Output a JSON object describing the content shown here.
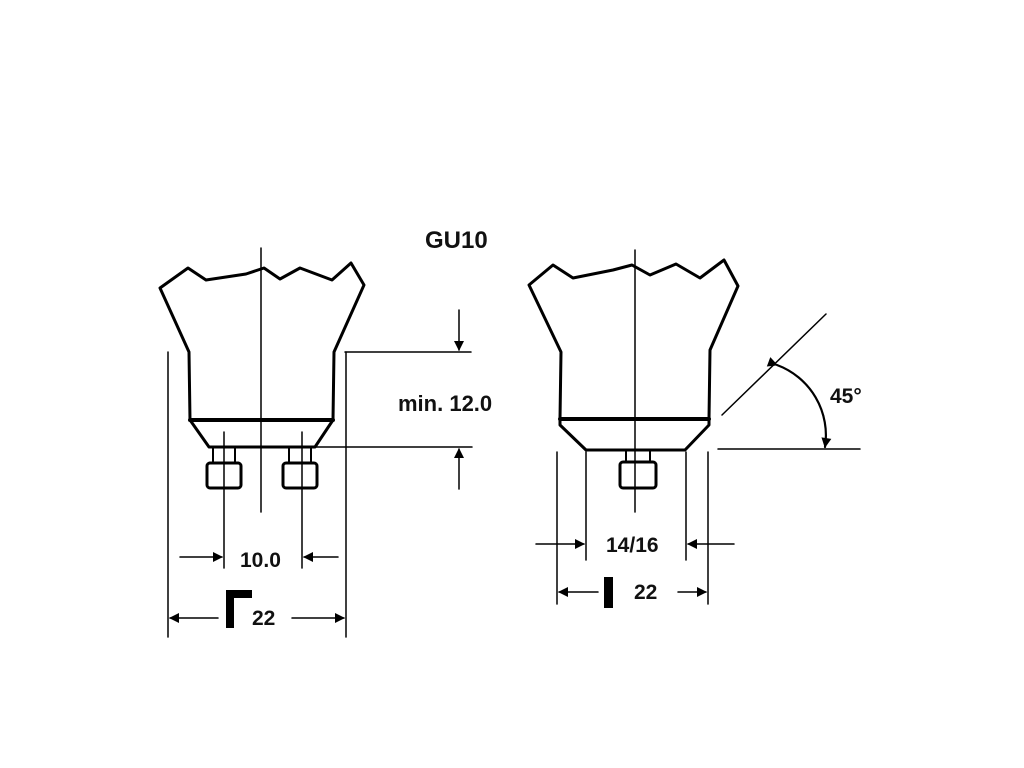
{
  "title": "GU10",
  "dimensions": {
    "min_height": "min. 12.0",
    "pin_spacing": "10.0",
    "width_left": "22",
    "width_right": "22",
    "pin_diameter": "14/16",
    "angle": "45°"
  }
}
